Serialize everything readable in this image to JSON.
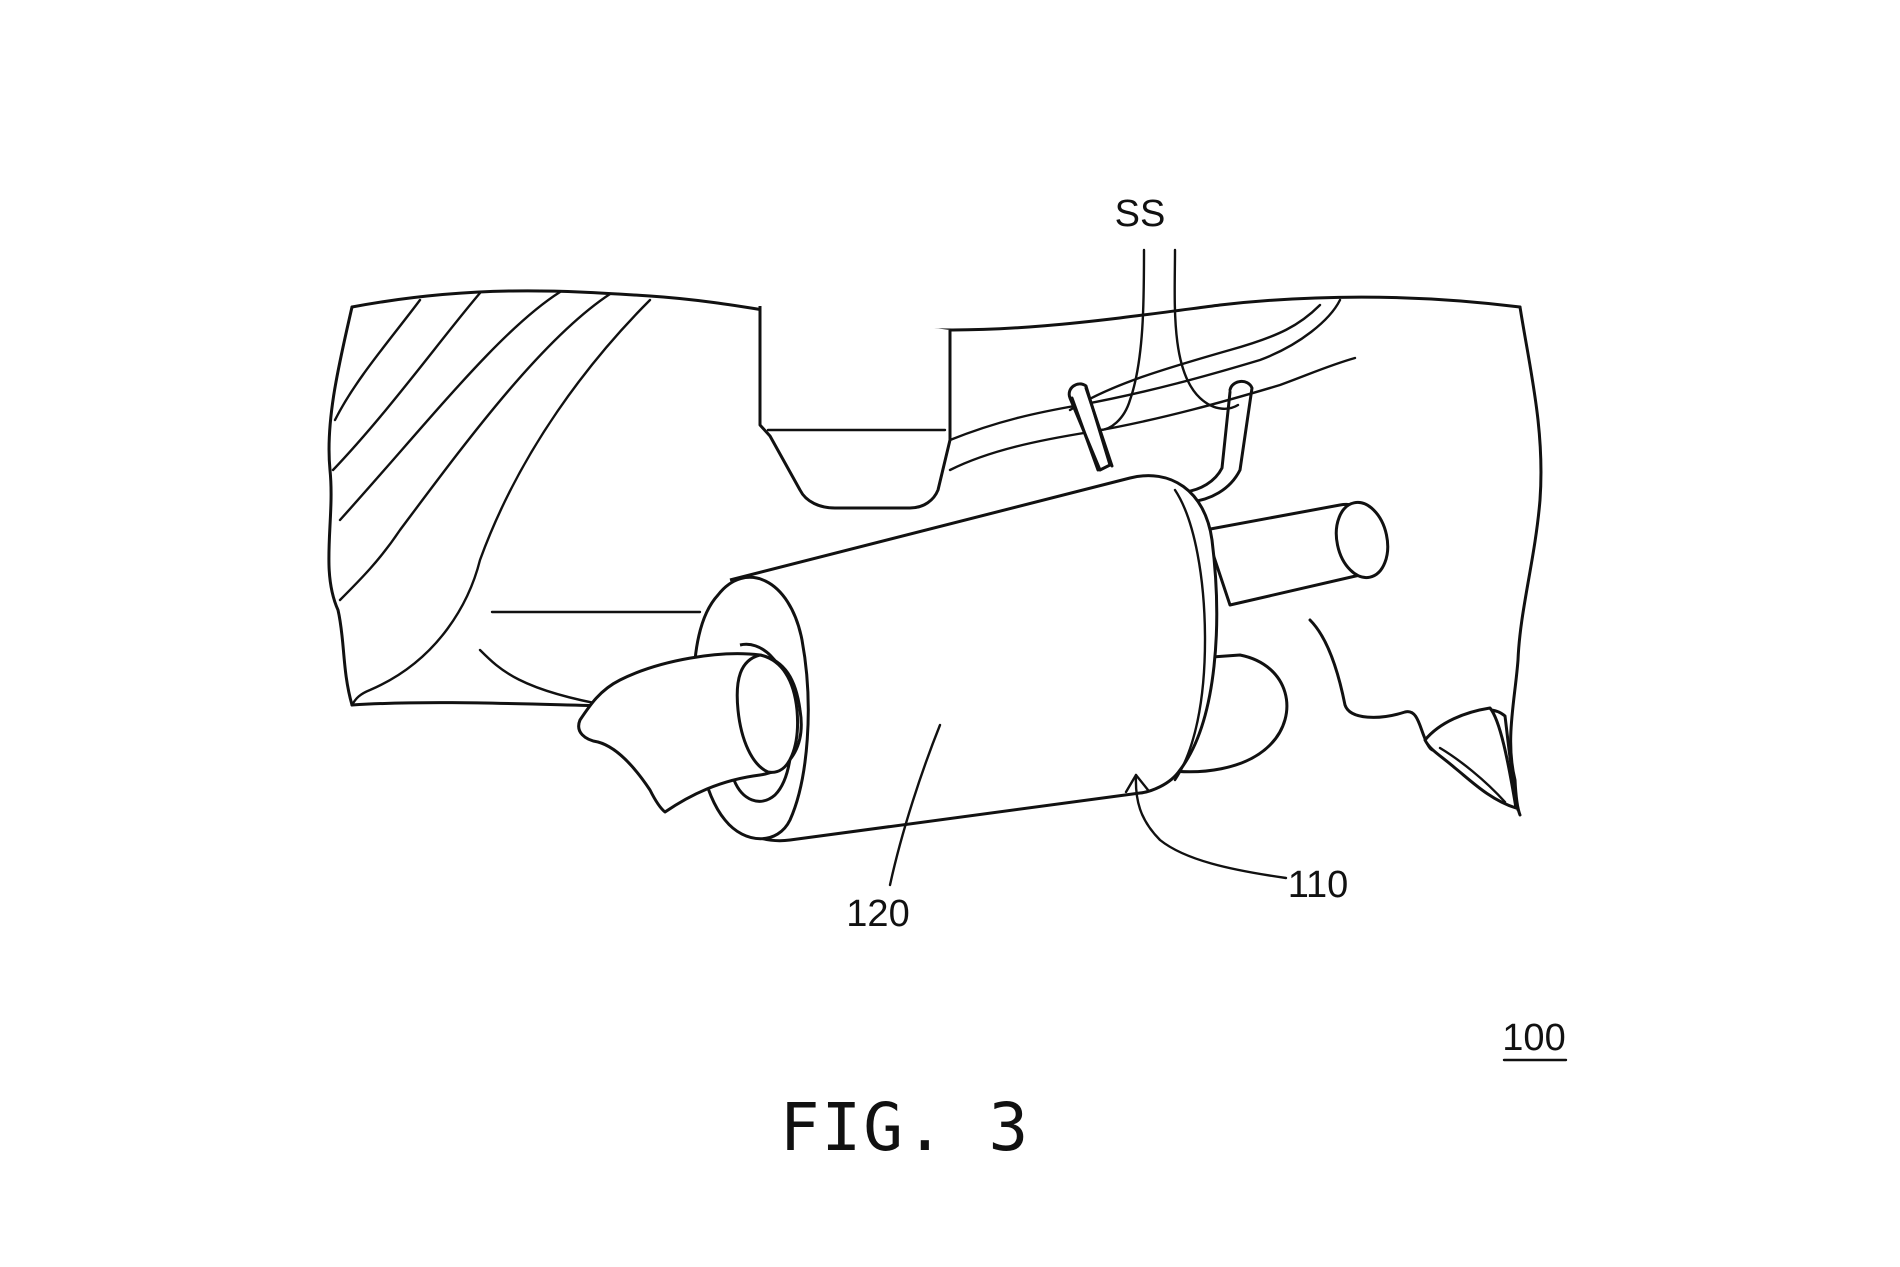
{
  "figure": {
    "caption": "FIG. 3",
    "reference_numeral": "100"
  },
  "labels": {
    "ss": "SS",
    "sleeve": "120",
    "device": "110"
  }
}
